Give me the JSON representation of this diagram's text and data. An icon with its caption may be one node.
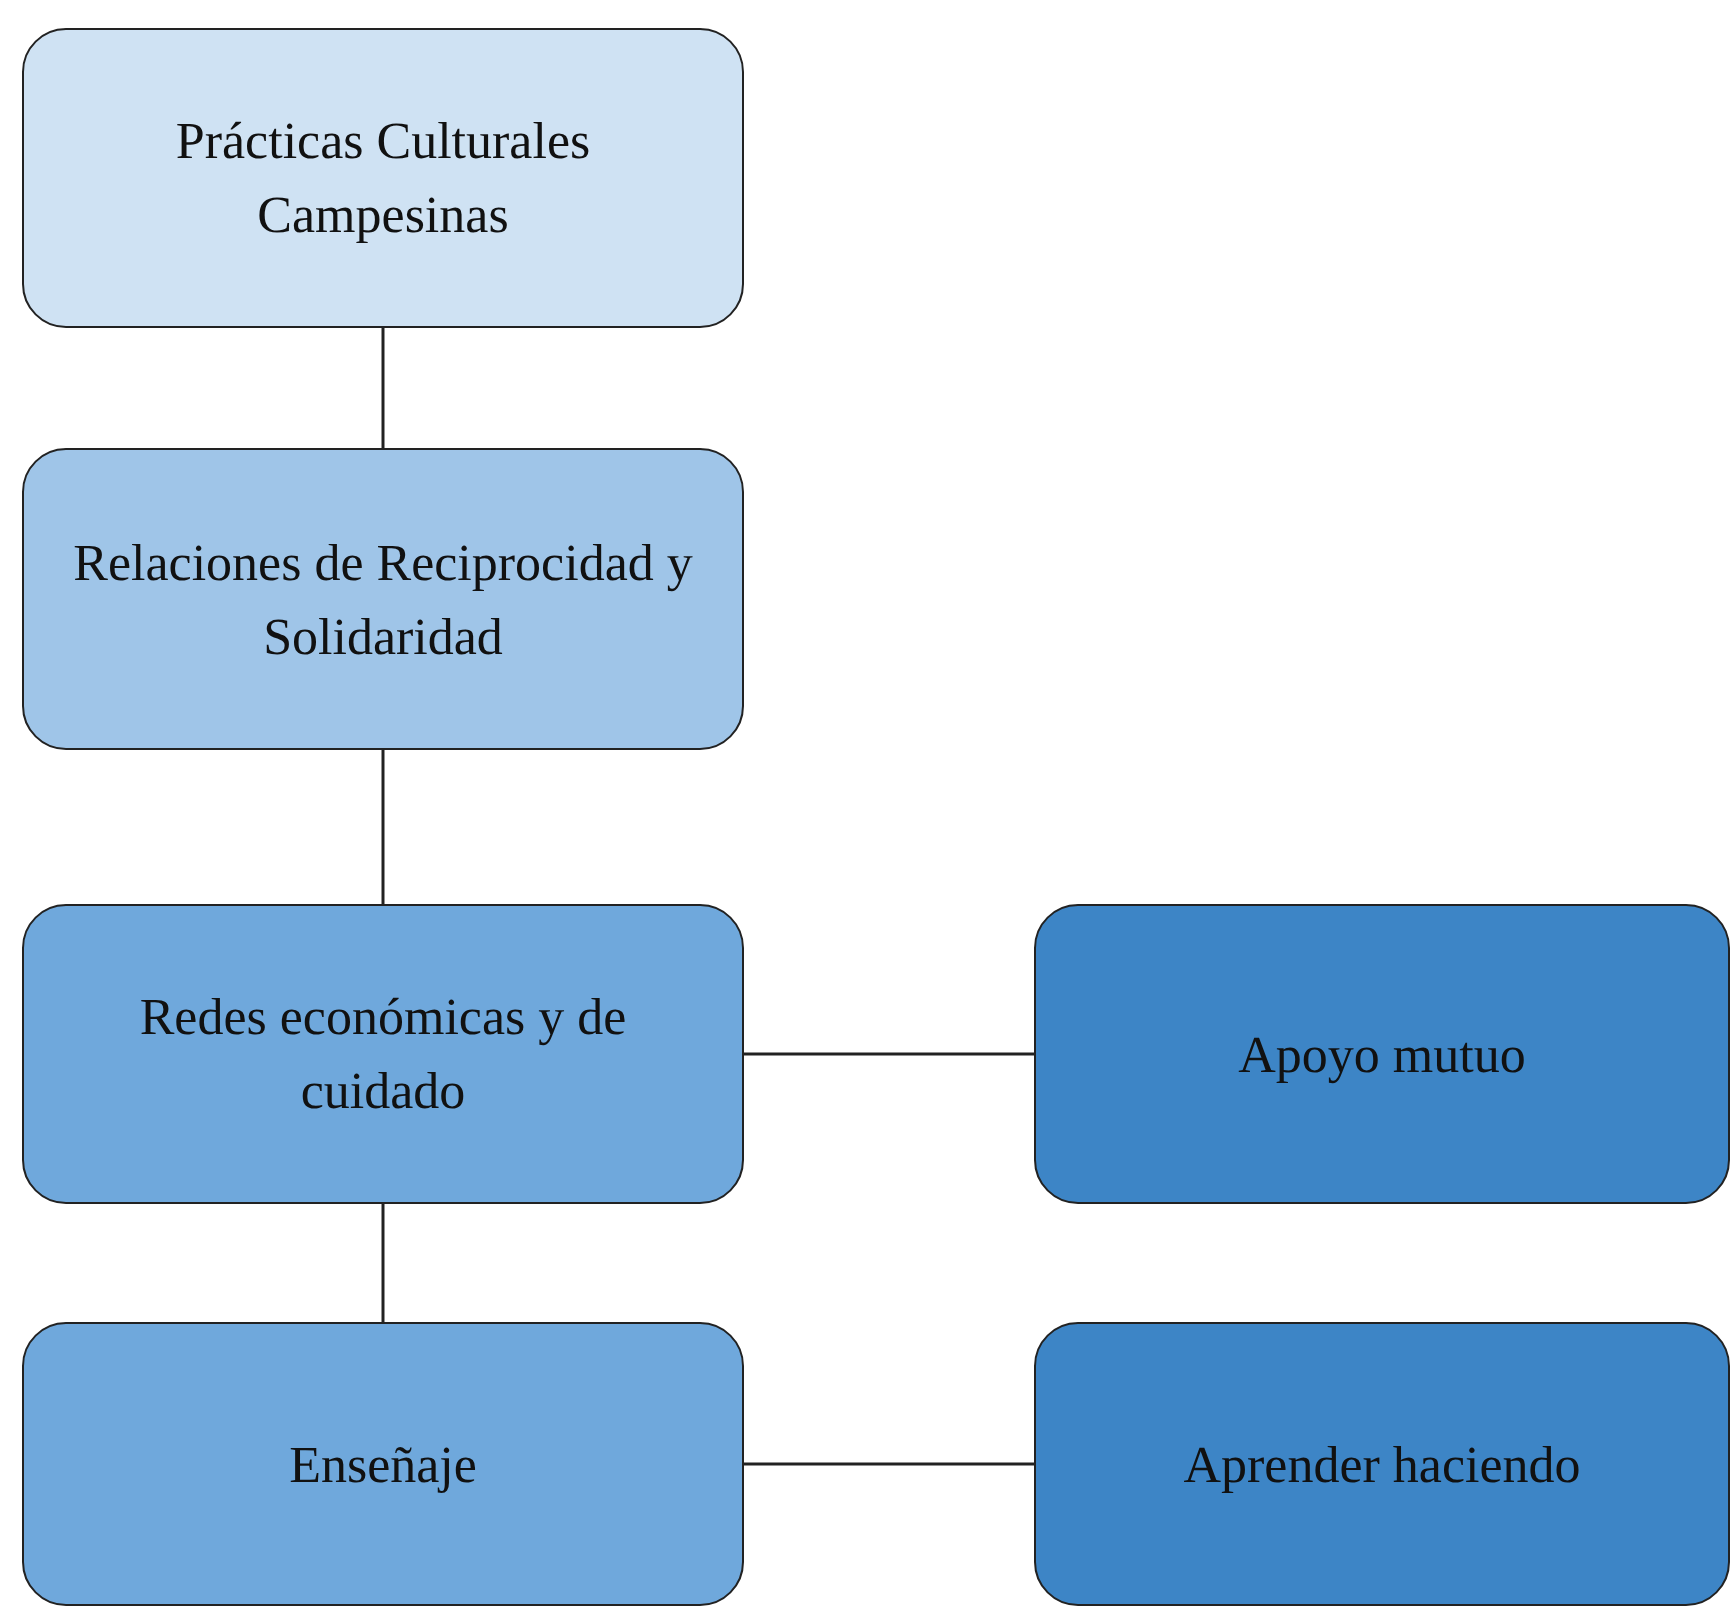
{
  "diagram": {
    "nodes": [
      {
        "text": [
          "Prácticas Culturales Campesinas"
        ]
      },
      {
        "text": [
          "Relaciones de Reciprocidad y Solidaridad"
        ]
      },
      {
        "text": [
          "Redes económicas y de cuidado"
        ]
      },
      {
        "text": [
          "Enseñaje"
        ]
      },
      {
        "text": [
          "Apoyo mutuo"
        ]
      },
      {
        "text": [
          "Aprender haciendo"
        ]
      }
    ],
    "edges": [
      {
        "from": 0,
        "to": 1,
        "arrow": "none"
      },
      {
        "from": 1,
        "to": 2,
        "arrow": "none"
      },
      {
        "from": 2,
        "to": 3,
        "arrow": "none"
      },
      {
        "from": 2,
        "to": 4,
        "arrow": "none"
      },
      {
        "from": 3,
        "to": 5,
        "arrow": "none"
      }
    ]
  }
}
